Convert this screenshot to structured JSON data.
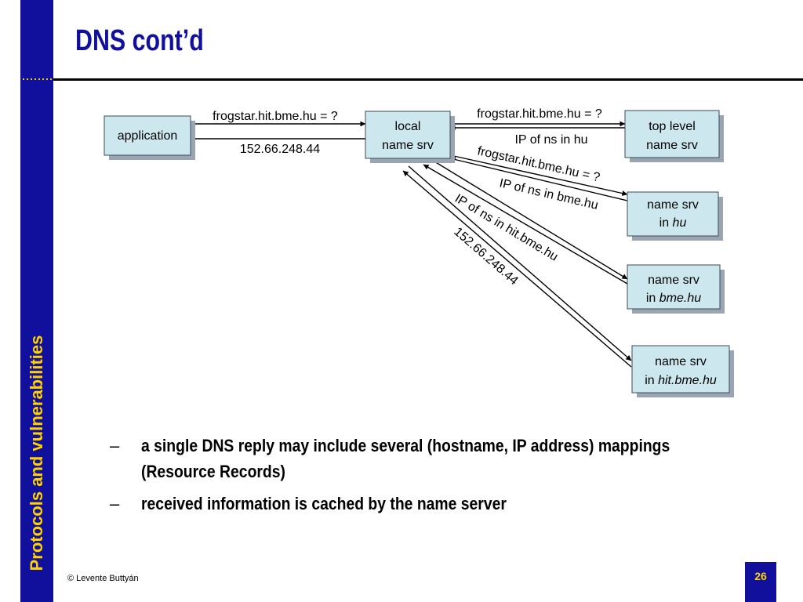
{
  "slide": {
    "title": "DNS cont’d",
    "sidebar_title": "Protocols and vulnerabilities",
    "footer": "©   Levente Buttyán",
    "page_number": "26"
  },
  "colors": {
    "sidebar": "#10109c",
    "sidebar_text": "#ffd200",
    "title": "#10109c",
    "box_fill": "#cce8ee",
    "box_shadow": "#9aa5b1"
  },
  "diagram": {
    "nodes": {
      "application": [
        "application"
      ],
      "local": [
        "local",
        "name srv"
      ],
      "toplevel": [
        "top level",
        "name srv"
      ],
      "hu": {
        "line1": "name srv",
        "prefix": "in ",
        "italic": "hu"
      },
      "bme": {
        "line1": "name srv",
        "prefix": "in ",
        "italic": "bme.hu"
      },
      "hit": {
        "line1": "name srv",
        "prefix": "in ",
        "italic": "hit.bme.hu"
      }
    },
    "labels": {
      "app_query": "frogstar.hit.bme.hu = ?",
      "app_reply": "152.66.248.44",
      "tl_query": "frogstar.hit.bme.hu = ?",
      "tl_reply": "IP of ns in hu",
      "hu_query": "frogstar.hit.bme.hu = ?",
      "hu_reply": "IP of ns in bme.hu",
      "bme_reply": "IP of ns in hit.bme.hu",
      "hit_reply": "152.66.248.44"
    }
  },
  "bullets": [
    "a single DNS reply may include several (hostname, IP address) mappings (Resource Records)",
    "received information is cached by the name server"
  ],
  "bullet_marker": "–"
}
